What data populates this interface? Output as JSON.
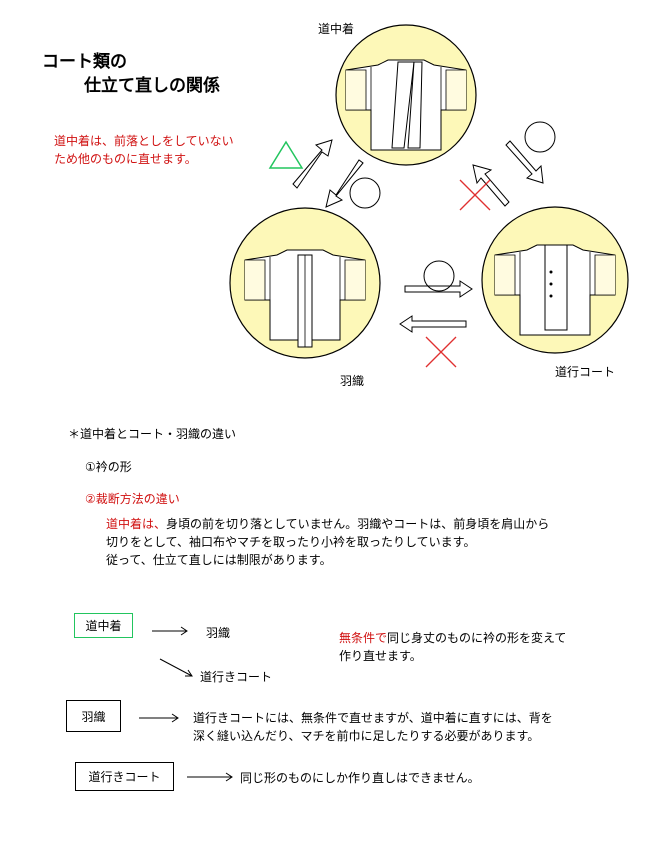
{
  "title": {
    "line1": "コート類の",
    "line2": "仕立て直しの関係"
  },
  "diagram": {
    "labels": {
      "dochugi": "道中着",
      "haori": "羽織",
      "michiyuki": "道行コート"
    },
    "note": {
      "line1": "道中着は、前落としをしていない",
      "line2": "ため他のものに直せます。"
    }
  },
  "differences": {
    "heading": "＊道中着とコート・羽織の違い",
    "item1": "①衿の形",
    "item2": "②裁断方法の違い",
    "para": {
      "red_part": "道中着は、",
      "line1_rest": "身頃の前を切り落としていません。羽織やコートは、前身頃を肩山から",
      "line2": "切りをとして、袖口布やマチを取ったり小衿を取ったりしています。",
      "line3": "従って、仕立て直しには制限があります。"
    }
  },
  "relations": {
    "dochugi": {
      "box": "道中着",
      "to1": "羽織",
      "to2": "道行きコート",
      "note_red": "無条件で",
      "note_rest": "同じ身丈のものに衿の形を変えて",
      "note_line2": "作り直せます。"
    },
    "haori": {
      "box": "羽織",
      "line1": "道行きコートには、無条件で直せますが、道中着に直すには、背を",
      "line2": "深く縫い込んだり、マチを前巾に足したりする必要があります。"
    },
    "michiyuki": {
      "box": "道行きコート",
      "text": "同じ形のものにしか作り直しはできません。"
    }
  }
}
